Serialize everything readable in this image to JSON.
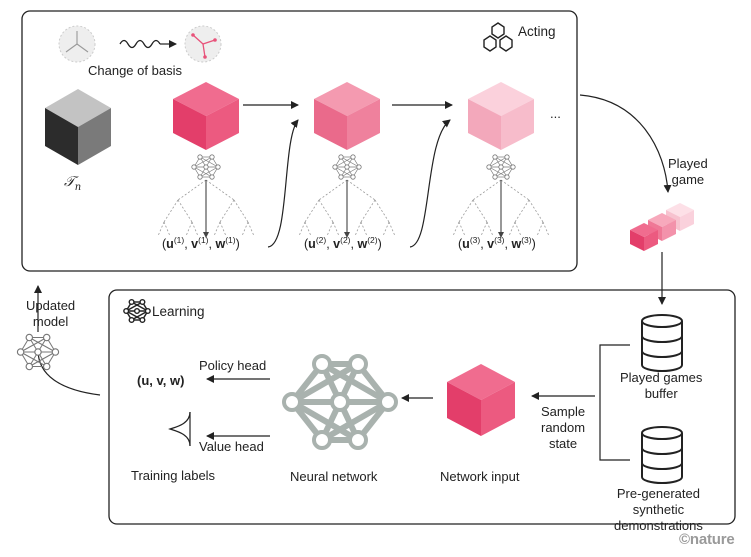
{
  "acting": {
    "title": "Acting",
    "change_of_basis": "Change of basis",
    "tensor_symbol": "𝒯",
    "tensor_sub": "n",
    "steps": [
      {
        "u": "u",
        "v": "v",
        "w": "w",
        "sup": "(1)"
      },
      {
        "u": "u",
        "v": "v",
        "w": "w",
        "sup": "(2)"
      },
      {
        "u": "u",
        "v": "v",
        "w": "w",
        "sup": "(3)"
      }
    ],
    "ellipsis": "..."
  },
  "played_game": "Played\ngame",
  "updated_model": "Updated\nmodel",
  "learning": {
    "title": "Learning",
    "policy_head": "Policy head",
    "value_head": "Value head",
    "uvw_output": "(u, v, w)",
    "training_labels": "Training labels",
    "neural_network": "Neural network",
    "network_input": "Network input",
    "sample_random_state": "Sample\nrandom\nstate",
    "played_games_buffer": "Played games\nbuffer",
    "synthetic_demos": "Pre-generated\nsynthetic\ndemonstrations"
  },
  "brand": "©nature",
  "colors": {
    "cube1": "#e8527a",
    "cube2": "#ef7c98",
    "cube3": "#f6b3c3",
    "gray_cube": "#6f6f6f"
  }
}
